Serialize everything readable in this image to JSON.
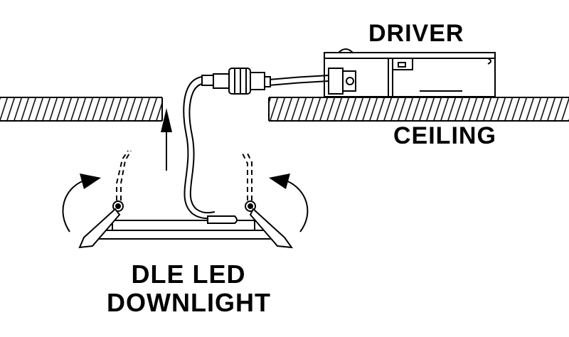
{
  "labels": {
    "driver": "DRIVER",
    "ceiling": "CEILING",
    "product_line1": "DLE LED",
    "product_line2": "DOWNLIGHT"
  }
}
